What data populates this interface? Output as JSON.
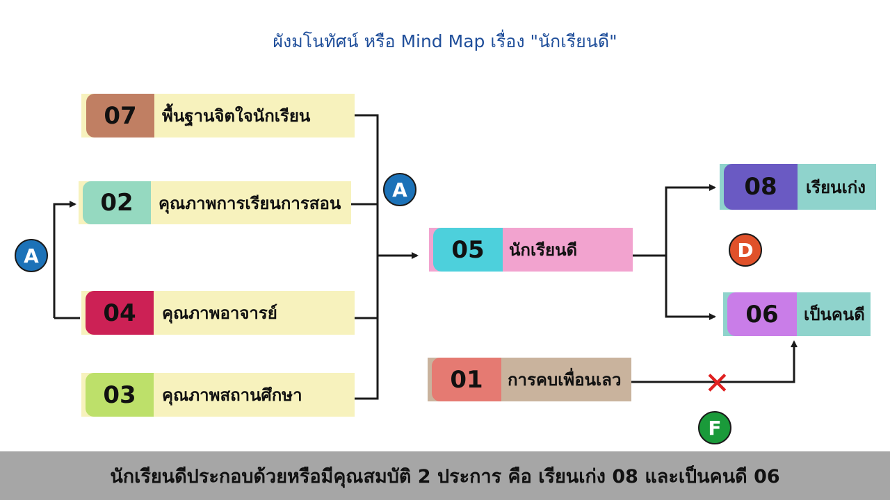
{
  "title": "ผังมโนทัศน์ หรือ Mind Map เรื่อง \"นักเรียนดี\"",
  "nodes": {
    "n07": {
      "code": "07",
      "label": "พื้นฐานจิตใจนักเรียน",
      "tab_color": "#c07f63",
      "bg_color": "#f7f2bd"
    },
    "n02": {
      "code": "02",
      "label": "คุณภาพการเรียนการสอน",
      "tab_color": "#95d9c0",
      "bg_color": "#f7f2bd"
    },
    "n04": {
      "code": "04",
      "label": "คุณภาพอาจารย์",
      "tab_color": "#cc2155",
      "bg_color": "#f7f2bd"
    },
    "n03": {
      "code": "03",
      "label": "คุณภาพสถานศึกษา",
      "tab_color": "#bde06a",
      "bg_color": "#f7f2bd"
    },
    "n05": {
      "code": "05",
      "label": "นักเรียนดี",
      "tab_color": "#4dd0dc",
      "bg_color": "#f2a3cf"
    },
    "n08": {
      "code": "08",
      "label": "เรียนเก่ง",
      "tab_color": "#6a5ac3",
      "bg_color": "#8fd3cc"
    },
    "n06": {
      "code": "06",
      "label": "เป็นคนดี",
      "tab_color": "#c97de8",
      "bg_color": "#8fd3cc"
    },
    "n01": {
      "code": "01",
      "label": "การคบเพื่อนเลว",
      "tab_color": "#e57a72",
      "bg_color": "#c9b39d"
    }
  },
  "badges": {
    "a_left": {
      "letter": "A",
      "color": "#1c72b8"
    },
    "a_mid": {
      "letter": "A",
      "color": "#1c72b8"
    },
    "d": {
      "letter": "D",
      "color": "#e0512a"
    },
    "f": {
      "letter": "F",
      "color": "#1a9a3a"
    }
  },
  "cross": "✕",
  "footer": "นักเรียนดีประกอบด้วยหรือมีคุณสมบัติ 2 ประการ คือ เรียนเก่ง 08 และเป็นคนดี 06"
}
